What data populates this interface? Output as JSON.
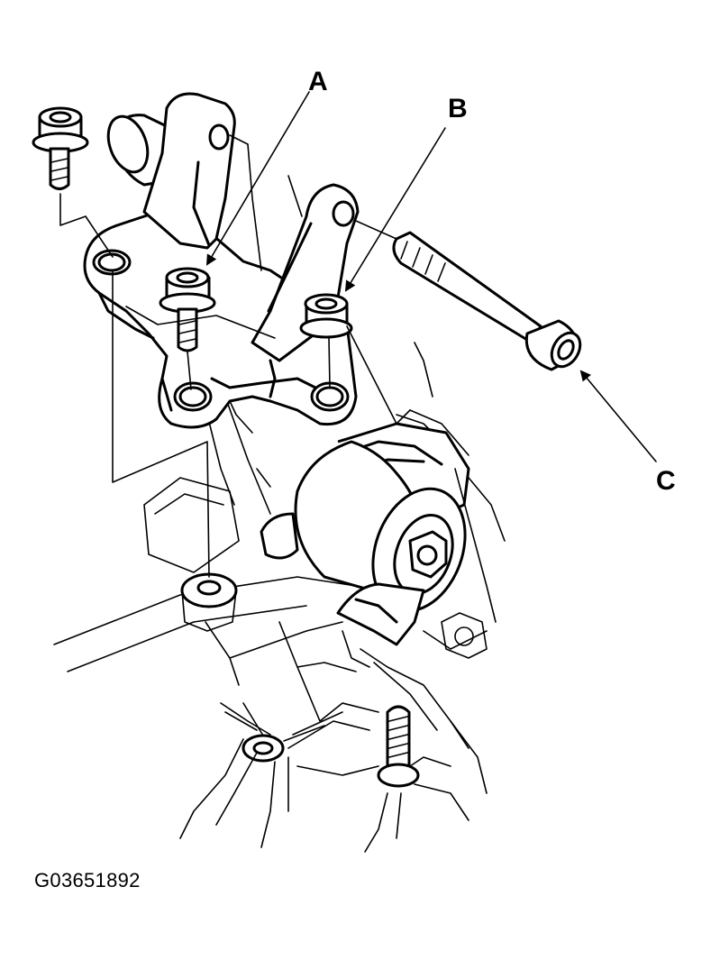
{
  "diagram": {
    "callouts": {
      "a": "A",
      "b": "B",
      "c": "C"
    },
    "figure_code": "G03651892"
  },
  "colors": {
    "line": "#000000",
    "background": "#ffffff"
  }
}
